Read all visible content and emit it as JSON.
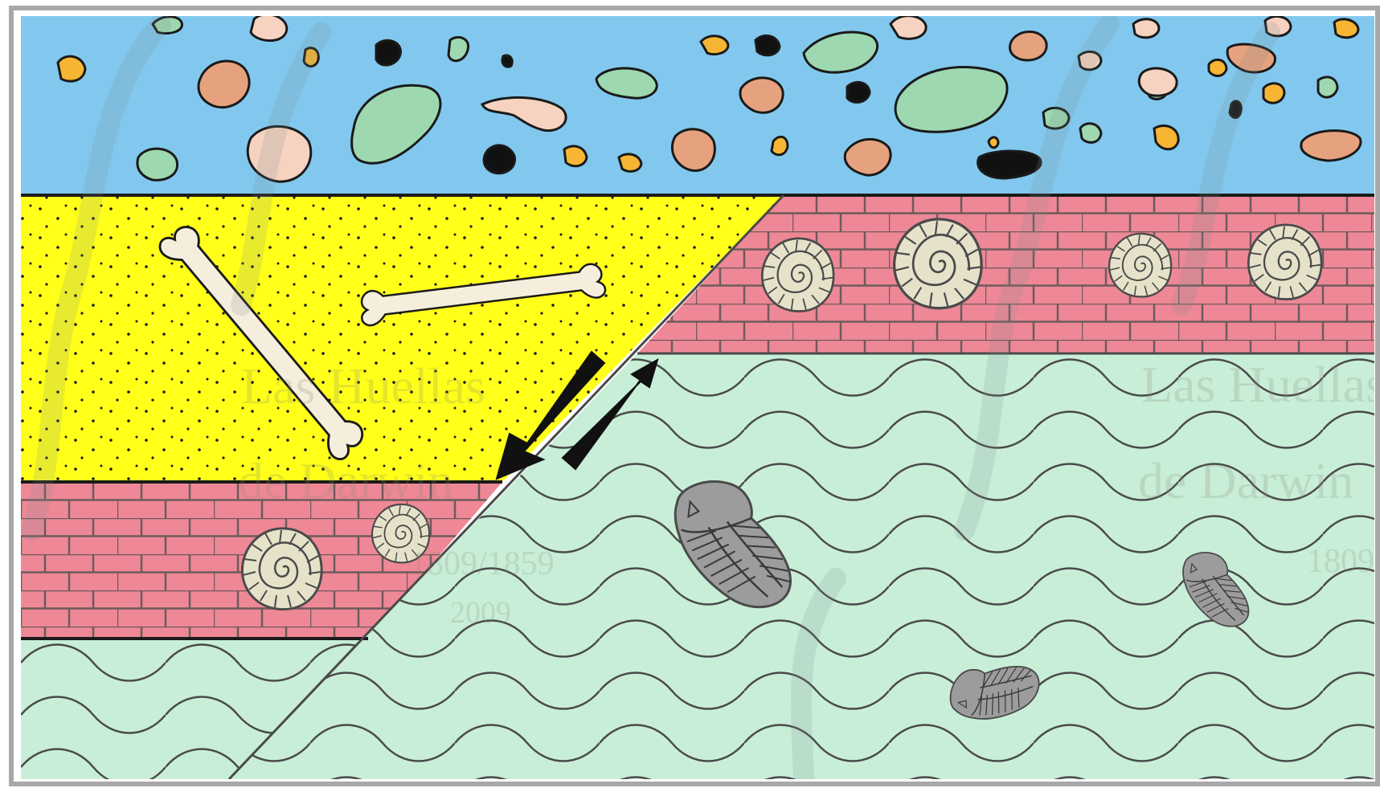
{
  "title": "",
  "watermark": {
    "line1": "Las Huellas",
    "line2": "de Darwin",
    "line3": "1809/1859",
    "line4": "2009"
  },
  "colors": {
    "frame": "#a8a8a8",
    "conglomerate_bg": "#82c8ee",
    "sandstone": "#ffff1a",
    "limestone": "#ee8896",
    "shale": "#c8eed8",
    "outline": "#1a1a1a",
    "pebble_pink": "#f6d2c0",
    "pebble_tan": "#e6a27e",
    "pebble_green": "#9ed8b0",
    "pebble_orange": "#f6b634",
    "pebble_black": "#111111",
    "bone": "#f6eedc",
    "ammonite": "#e6e2ca",
    "trilobite": "#9c9c9c"
  },
  "layers": [
    {
      "id": "conglomerate",
      "fossils": "pebbles"
    },
    {
      "id": "sandstone",
      "fossils": "bone"
    },
    {
      "id": "limestone",
      "fossils": "ammonite"
    },
    {
      "id": "shale",
      "fossils": "trilobite"
    }
  ],
  "fault": {
    "type": "normal",
    "arrows": [
      "down-left-block",
      "up-right-block"
    ]
  },
  "icons": [
    "bone-icon",
    "ammonite-icon",
    "trilobite-icon",
    "pebble-icon",
    "arrow-down-icon",
    "arrow-up-icon"
  ]
}
